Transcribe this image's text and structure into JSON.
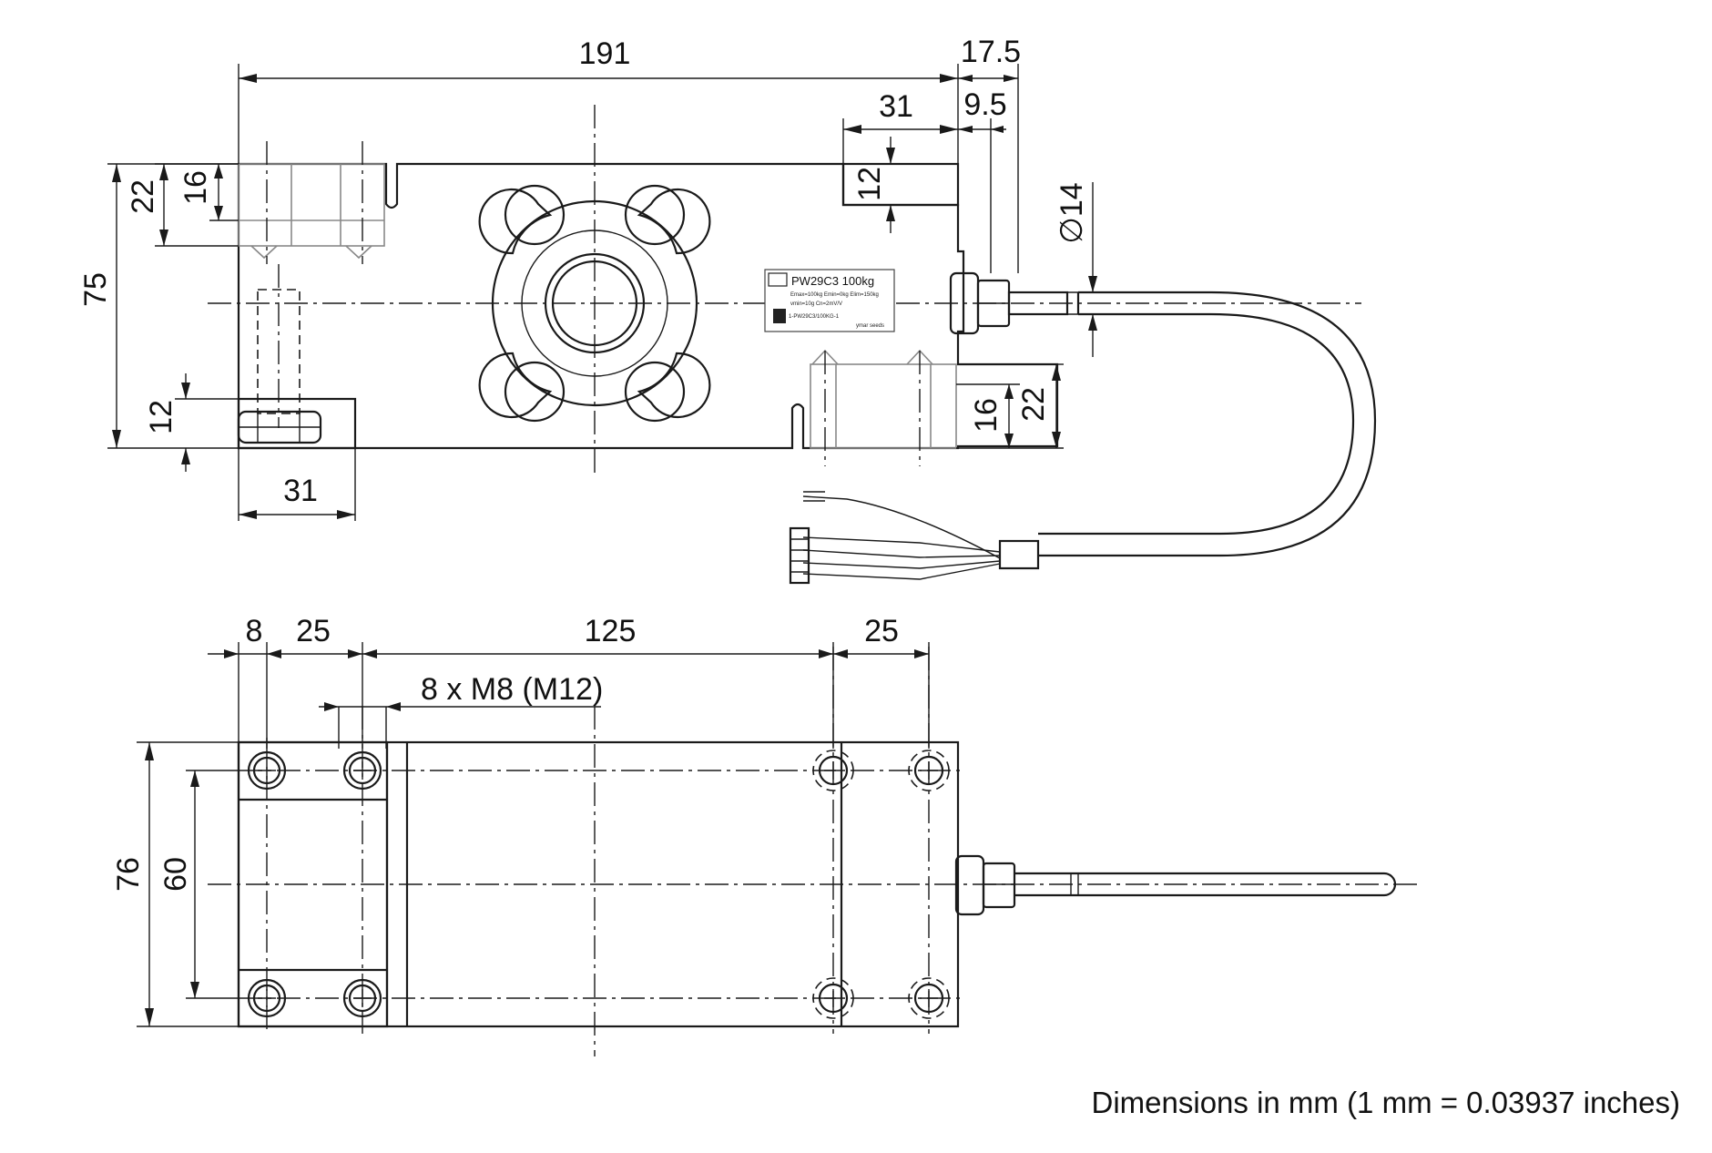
{
  "top_view": {
    "dims": {
      "total_length": "191",
      "cable_offset": "17.5",
      "gland_offset": "9.5",
      "right_block_length": "31",
      "right_block_height": "12",
      "cable_diameter": "∅14",
      "left_bolt_depth": "22",
      "left_thread_depth": "16",
      "overall_height": "75",
      "left_block_height": "12",
      "left_block_length": "31",
      "right_thread_depth": "16",
      "right_bolt_depth": "22"
    },
    "label": {
      "model": "PW29C3 100kg",
      "row1": "Emax=100kg  Emin=0kg  Elim=150kg",
      "row2": "vmin=10g   Cn=2mV/V",
      "part_number": "1-PW29C3/100KG-1",
      "row3": "ymar  seeds"
    }
  },
  "bottom_view": {
    "dims": {
      "edge_offset": "8",
      "hole_pitch_left": "25",
      "center_span": "125",
      "hole_pitch_right": "25",
      "thread_spec": "8 x M8 (M12)",
      "width": "76",
      "hole_spacing": "60"
    }
  },
  "footer": {
    "note": "Dimensions in mm (1 mm = 0.03937 inches)"
  }
}
